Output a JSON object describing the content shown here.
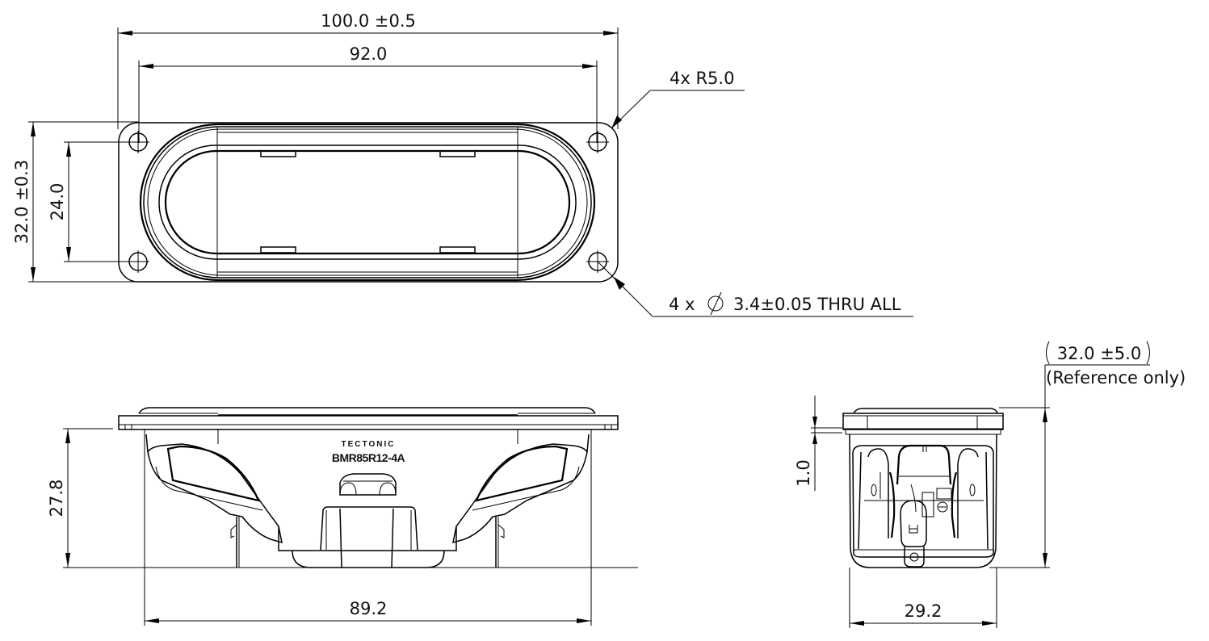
{
  "drawing": {
    "title": "Speaker driver mechanical drawing",
    "units": "mm",
    "colors": {
      "line": "#000000",
      "background": "#ffffff"
    }
  },
  "top_view": {
    "dimensions": {
      "overall_width": "100.0 ±0.5",
      "hole_spacing_x": "92.0",
      "overall_height": "32.0 ±0.3",
      "hole_spacing_y": "24.0"
    },
    "callouts": {
      "corner_radius": "4x R5.0",
      "mounting_holes": "4 x",
      "diameter_symbol": "∅",
      "mounting_holes_spec": "3.4±0.05 THRU ALL"
    }
  },
  "front_view": {
    "dimensions": {
      "depth": "27.8",
      "body_width": "89.2"
    },
    "label": {
      "brand": "TECTONIC",
      "model": "BMR85R12-4A"
    }
  },
  "side_view": {
    "dimensions": {
      "flange_thickness": "1.0",
      "body_width": "29.2",
      "reference_height": "32.0 ±5.0",
      "reference_note": "(Reference only)"
    }
  }
}
